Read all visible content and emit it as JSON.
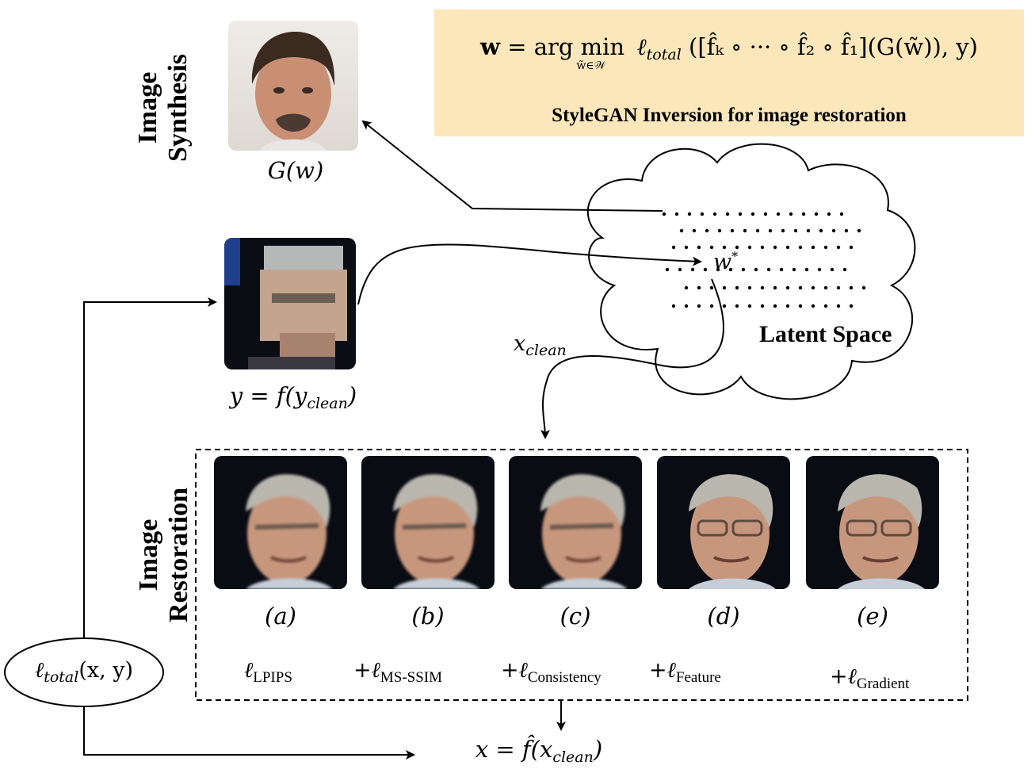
{
  "formula_box": {
    "formula_lhs": "w",
    "formula_mid": " = arg min",
    "formula_under": "w̃∈𝒲",
    "formula_rhs_l": "ℓ",
    "formula_rhs_sub": "total",
    "formula_rhs_body": "([f̂ₖ ∘ ··· ∘ f̂₂ ∘ f̂₁](G(w̃)), y)",
    "caption": "StyleGAN Inversion for image restoration",
    "color": "#fbe7ba"
  },
  "synthesis": {
    "section_label_line1": "Image",
    "section_label_line2": "Synthesis",
    "output_label": "G(w)"
  },
  "degraded": {
    "label_main": "y = f(y",
    "label_sub": "clean",
    "label_end": ")"
  },
  "latent": {
    "title": "Latent Space",
    "point_label": "w",
    "point_sup": "*",
    "x_clean_main": "x",
    "x_clean_sub": "clean"
  },
  "restoration": {
    "section_label_line1": "Image",
    "section_label_line2": "Restoration",
    "panels": [
      {
        "letter": "(a)",
        "prefix": "",
        "loss": "LPIPS"
      },
      {
        "letter": "(b)",
        "prefix": "+",
        "loss": "MS-SSIM"
      },
      {
        "letter": "(c)",
        "prefix": "+",
        "loss": "Consistency"
      },
      {
        "letter": "(d)",
        "prefix": "+",
        "loss": "Feature"
      },
      {
        "letter": "(e)",
        "prefix": "+",
        "loss": "Gradient"
      }
    ]
  },
  "loss_node": {
    "label_l": "ℓ",
    "label_sub": "total",
    "label_args": "(x, y)"
  },
  "output": {
    "label_main": "x = f̂(x",
    "label_sub": "clean",
    "label_end": ")"
  },
  "icons": {
    "face_synth": "face-photo-icon",
    "face_degraded": "pixelated-face-icon",
    "cloud": "cloud-icon"
  }
}
